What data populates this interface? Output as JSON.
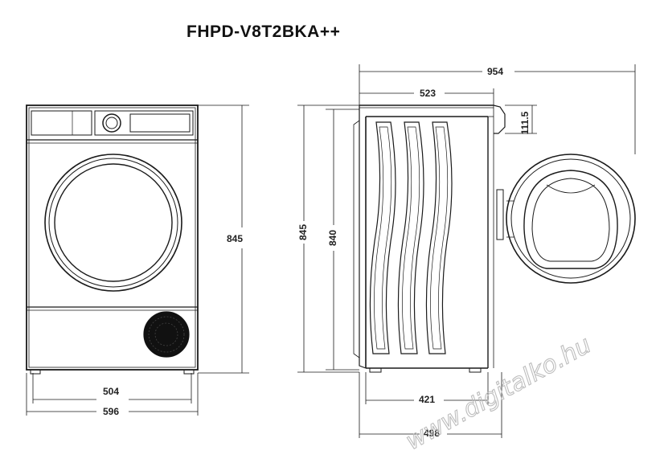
{
  "title": "FHPD-V8T2BKA++",
  "dimensions": {
    "front_height": "845",
    "front_inner_width": "504",
    "front_width": "596",
    "side_height_total": "845",
    "side_height_body": "840",
    "side_depth_open": "954",
    "side_depth_top": "523",
    "side_door_offset": "111.5",
    "side_depth_base": "421",
    "side_depth_full": "498"
  },
  "watermark": "www.digitalko.hu"
}
